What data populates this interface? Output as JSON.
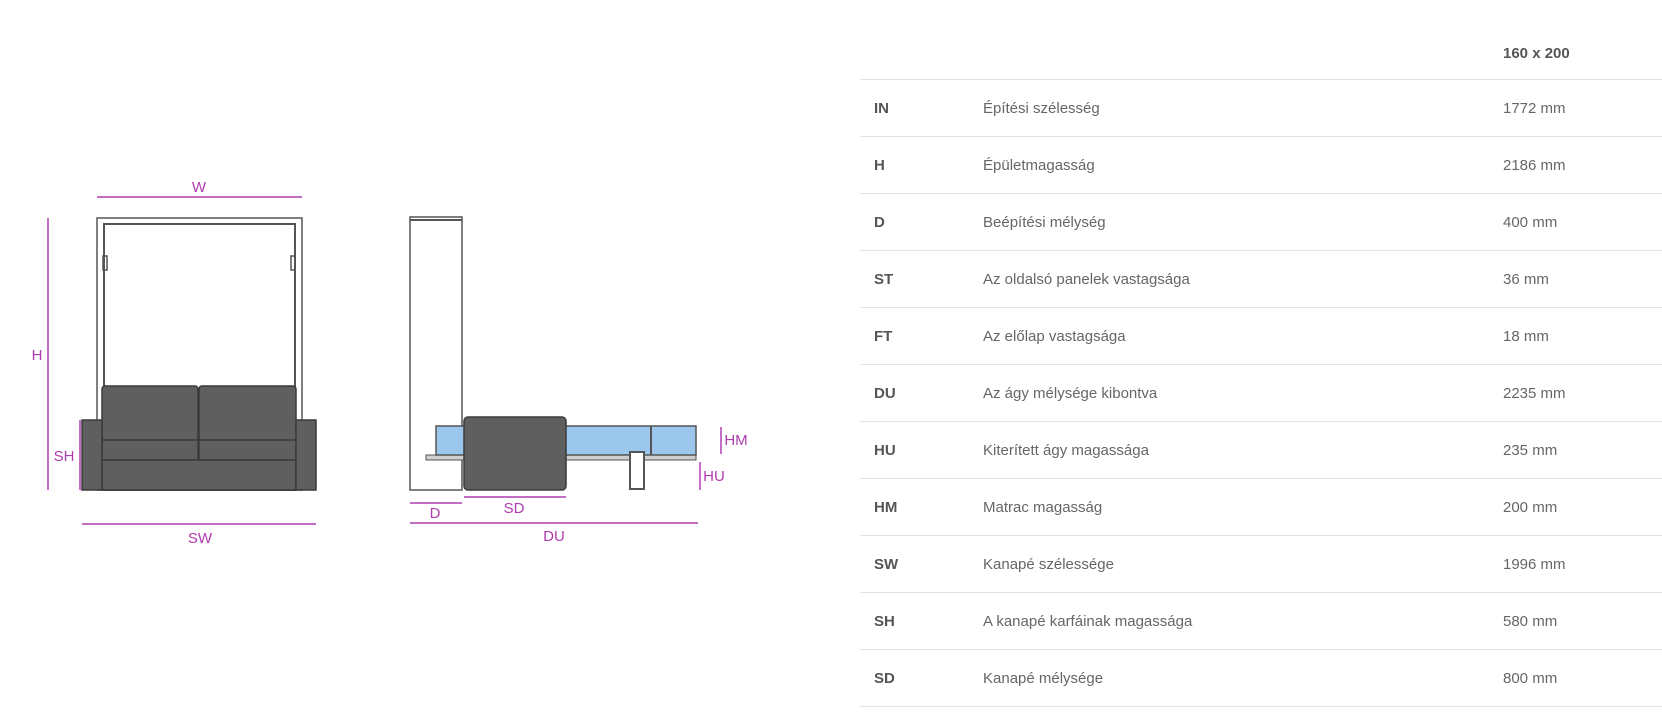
{
  "diagram": {
    "labels": {
      "w": "W",
      "h": "H",
      "sh": "SH",
      "sw": "SW",
      "hm": "HM",
      "hu": "HU",
      "d": "D",
      "sd": "SD",
      "du": "DU"
    },
    "colors": {
      "dimension": "#b03db0",
      "sofa": "#5f5f5f",
      "mattress": "#9cc7ec",
      "frame": "#555555"
    }
  },
  "table": {
    "header": {
      "size": "160 x 200"
    },
    "rows": [
      {
        "code": "IN",
        "label": "Építési szélesség",
        "value": "1772 mm"
      },
      {
        "code": "H",
        "label": "Épületmagasság",
        "value": "2186 mm"
      },
      {
        "code": "D",
        "label": "Beépítési mélység",
        "value": "400 mm"
      },
      {
        "code": "ST",
        "label": "Az oldalsó panelek vastagsága",
        "value": "36 mm"
      },
      {
        "code": "FT",
        "label": "Az előlap vastagsága",
        "value": "18 mm"
      },
      {
        "code": "DU",
        "label": "Az ágy mélysége kibontva",
        "value": "2235 mm"
      },
      {
        "code": "HU",
        "label": "Kiterített ágy magassága",
        "value": "235 mm"
      },
      {
        "code": "HM",
        "label": "Matrac magasság",
        "value": "200 mm"
      },
      {
        "code": "SW",
        "label": "Kanapé szélessége",
        "value": "1996 mm"
      },
      {
        "code": "SH",
        "label": "A kanapé karfáinak magassága",
        "value": "580 mm"
      },
      {
        "code": "SD",
        "label": "Kanapé mélysége",
        "value": "800 mm"
      }
    ]
  }
}
